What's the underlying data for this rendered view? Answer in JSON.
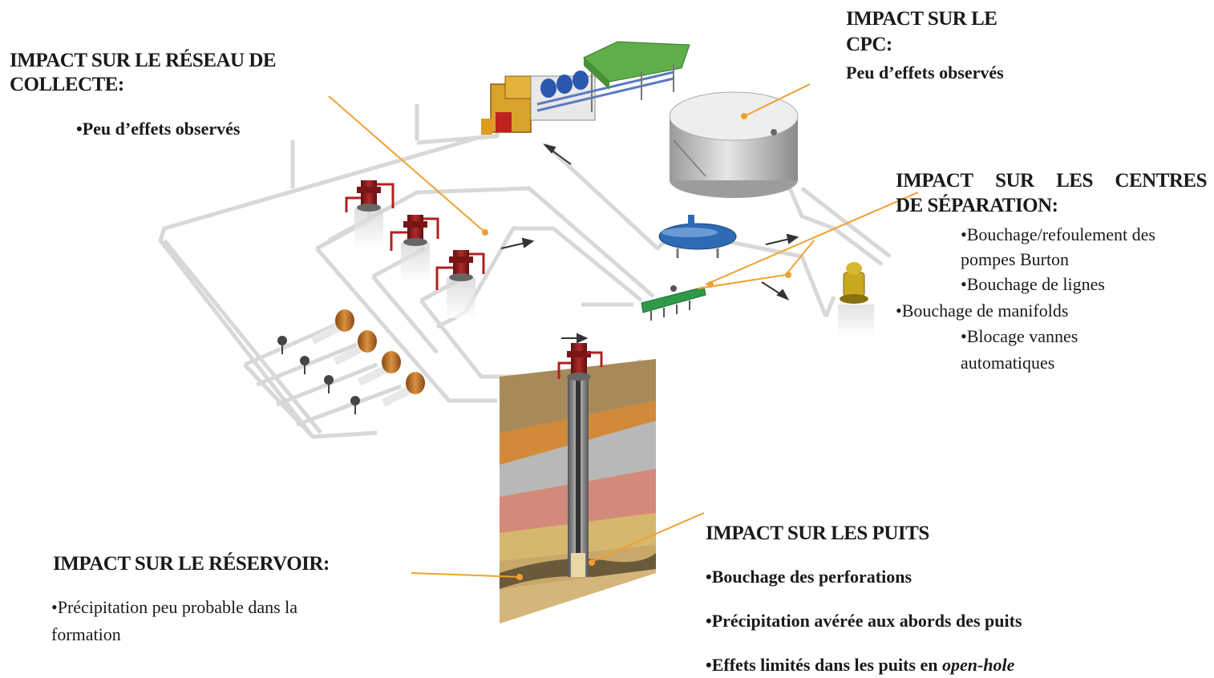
{
  "reseau": {
    "title_line1": "IMPACT SUR  LE RÉSEAU DE",
    "title_line2": "COLLECTE:",
    "bullets": [
      "•Peu d’effets observés"
    ]
  },
  "cpc": {
    "title_line1": "IMPACT SUR LE",
    "title_line2": "CPC:",
    "subtitle": "Peu d’effets observés"
  },
  "separation": {
    "title_line1_words": [
      "IMPACT",
      "SUR",
      "LES",
      "CENTRES"
    ],
    "title_line2": "DE SÉPARATION:",
    "bullets": [
      "•Bouchage/refoulement des",
      "pompes Burton",
      "•Bouchage de lignes",
      "•Bouchage de manifolds",
      "•Blocage vannes",
      "automatiques"
    ]
  },
  "reservoir": {
    "title": "IMPACT  SUR LE RÉSERVOIR:",
    "bullet_line1": "•Précipitation peu probable dans la",
    "bullet_line2": "formation"
  },
  "puits": {
    "title": "IMPACT SUR LES PUITS",
    "bullets": [
      "•Bouchage des perforations",
      "•Précipitation avérée aux abords des puits"
    ],
    "last_bullet_prefix": "•Effets limités dans les puits en ",
    "last_bullet_italic": "open-hole"
  },
  "colors": {
    "leader_line": "#f0a030",
    "pipe": "#d8d8d8",
    "wellhead_red": "#8b1a1a",
    "choke_orange": "#c97a2a",
    "separator_blue": "#2d6bb5",
    "manifold_green": "#2e9a48",
    "tank_grey": "#b8b8b8",
    "canopy_green": "#5fae4a",
    "pump_yellow": "#c9a820"
  }
}
